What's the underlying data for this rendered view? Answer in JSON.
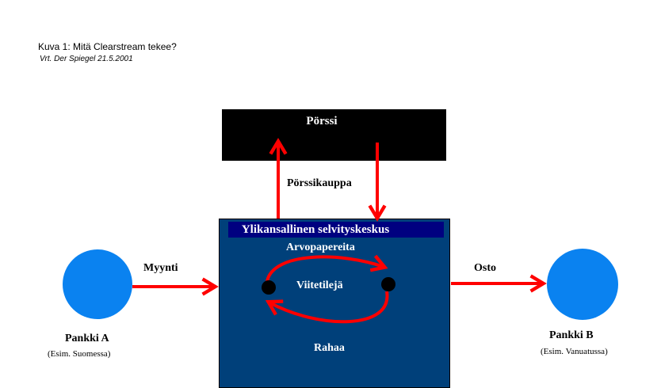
{
  "caption": {
    "title": "Kuva 1: Mitä Clearstream tekee?",
    "source": "Vrt. Der Spiegel 21.5.2001"
  },
  "exchange": {
    "label": "Pörssi",
    "flow_label": "Pörssikauppa"
  },
  "clearing_house": {
    "title": "Ylikansallinen selvityskeskus",
    "top_label": "Arvopapereita",
    "middle_label": "Viitetilejä",
    "bottom_label": "Rahaa"
  },
  "bank_a": {
    "name": "Pankki A",
    "location": "(Esim. Suomessa)",
    "flow_label": "Myynti"
  },
  "bank_b": {
    "name": "Pankki B",
    "location": "(Esim. Vanuatussa)",
    "flow_label": "Osto"
  },
  "colors": {
    "bank": "#0a82f0",
    "arrow": "#ff0000",
    "clearing_house": "#00407a",
    "title_bar": "#000080",
    "exchange": "#000000"
  }
}
